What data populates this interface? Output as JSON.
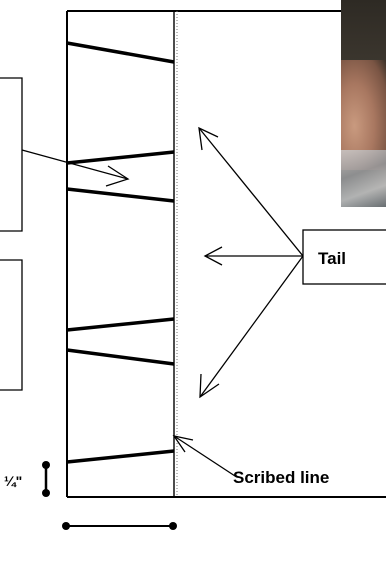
{
  "labels": {
    "tail_box": "Tail",
    "scribed_line": "Scribed line",
    "quarter_inch": "¼\""
  },
  "photo": {
    "description_icon": "person-photo"
  },
  "colors": {
    "ink": "#000000",
    "background": "#ffffff"
  }
}
